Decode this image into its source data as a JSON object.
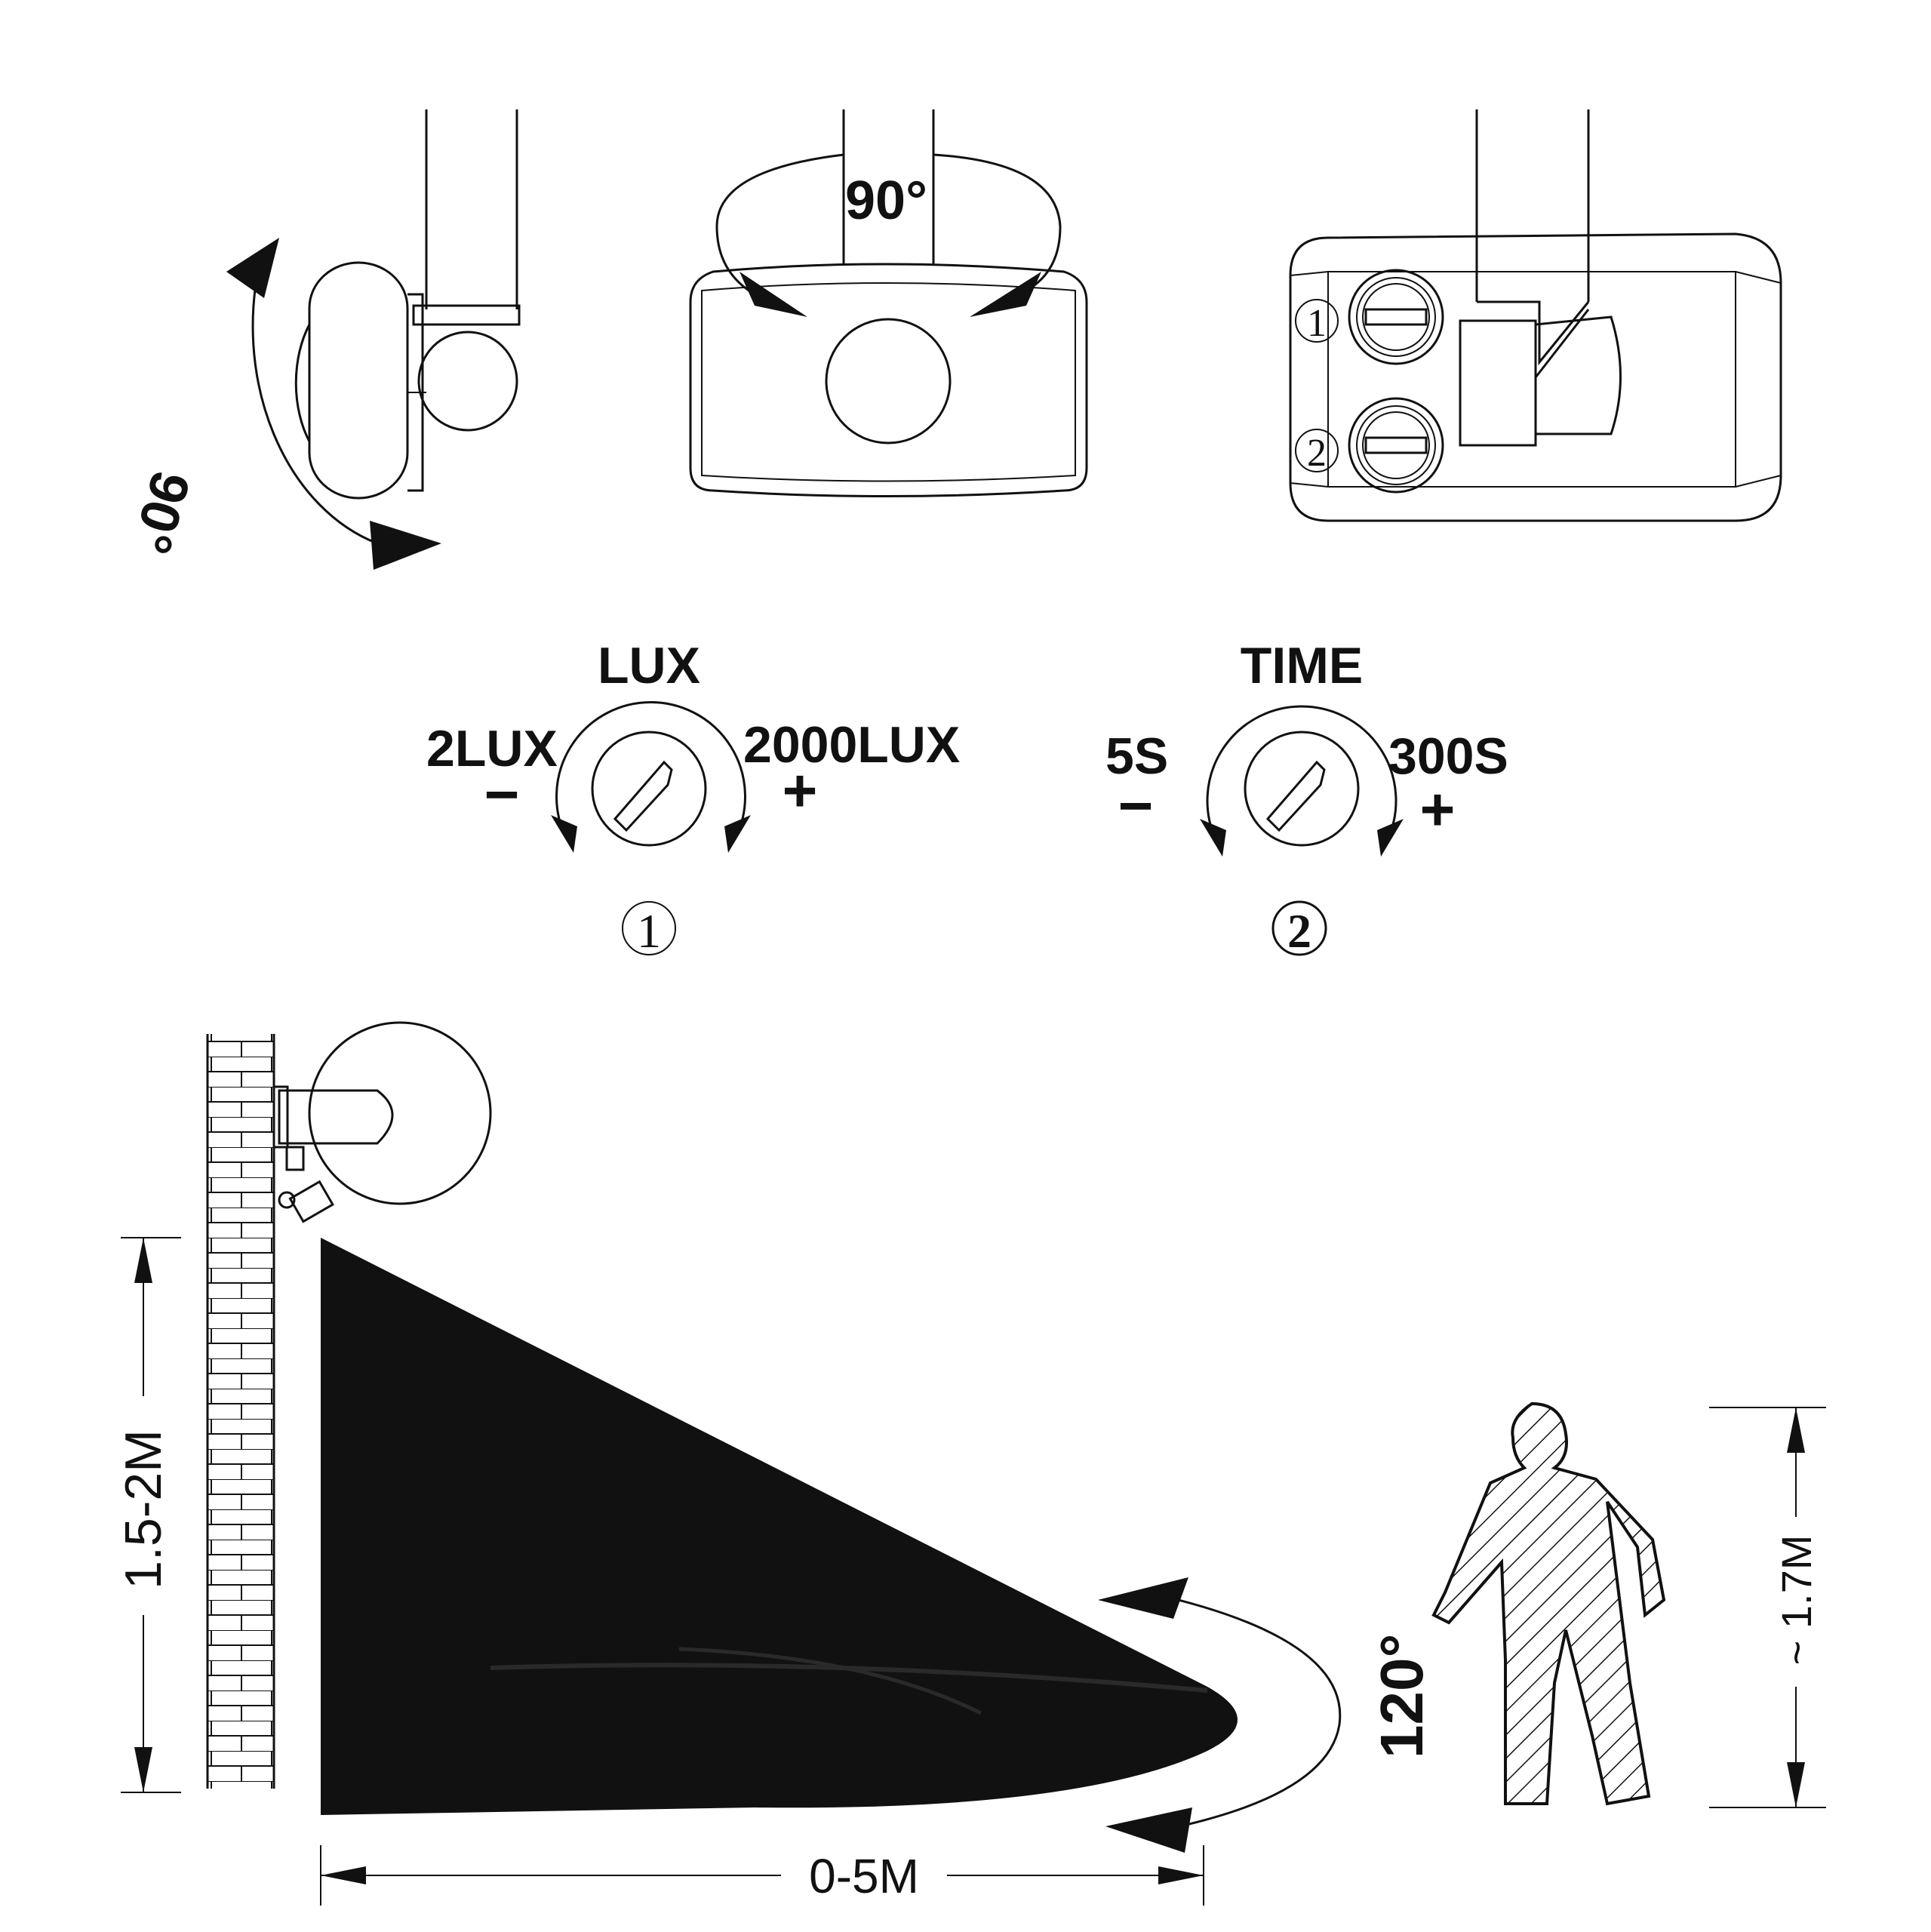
{
  "top_views": {
    "side_angle": "90°",
    "front_angle": "90°",
    "back_knob_1": "1",
    "back_knob_2": "2"
  },
  "lux_dial": {
    "title": "LUX",
    "min_label": "2LUX",
    "max_label": "2000LUX",
    "minus": "−",
    "plus": "+",
    "number": "1"
  },
  "time_dial": {
    "title": "TIME",
    "min_label": "5S",
    "max_label": "300S",
    "minus": "−",
    "plus": "+",
    "number": "2"
  },
  "installation": {
    "mount_height": "1.5-2M",
    "detection_distance": "0-5M",
    "detection_angle": "120°",
    "person_height": "~ 1.7M"
  },
  "colors": {
    "ink": "#111111",
    "background": "#ffffff"
  }
}
